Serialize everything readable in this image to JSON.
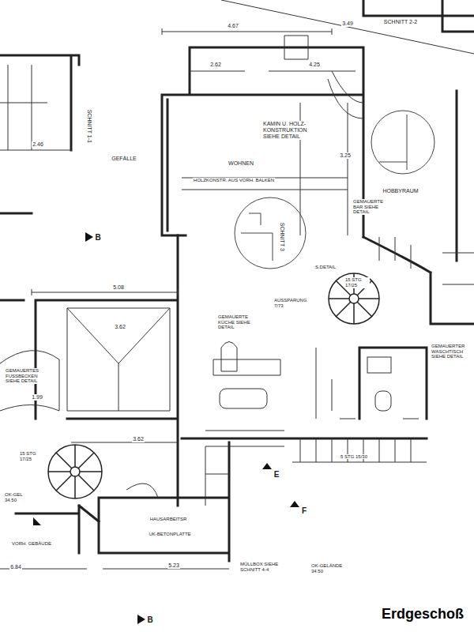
{
  "diagram": {
    "title": "Erdgeschoß",
    "labels": [
      "4.67",
      "3.49",
      "SCHNITT 2-2",
      "2.62",
      "4.25",
      "2.46",
      "SCHNITT 1-1",
      "GEFÄLLE",
      "KAMIN U. HOLZ-KONSTRUKTION SIEHE DETAIL",
      "WOHNEN",
      "HOLZKONSTR. AUS VORH. BALKEN",
      "3.25",
      "HOBBYRAUM",
      "GEMAUERTE BAR SIEHE DETAIL",
      "SCHNITT 3",
      "5.08",
      "AUSSPARUNG 7/73",
      "S.DETAIL",
      "15 STG 17/25",
      "GEMAUERTE KÜCHE SIEHE DETAIL",
      "3.62",
      "GEMAUERTER WASCHTISCH SIEHE DETAIL",
      "GEMAUERTES FUSSBECKEN SIEHE DETAIL",
      "1.99",
      "3.62",
      "15 STG 17/25",
      "OK-GEL 34.50",
      "5 STG 15/30",
      "HAUSARBEITSR",
      "UK-BETONPLATTE",
      "VORH. GEBÄUDE",
      "6.84",
      "5.23",
      "MÜLLBOX SIEHE SCHNITT 4-4",
      "OK-GELÄNDE 34.50",
      "B",
      "B",
      "E",
      "F"
    ]
  }
}
